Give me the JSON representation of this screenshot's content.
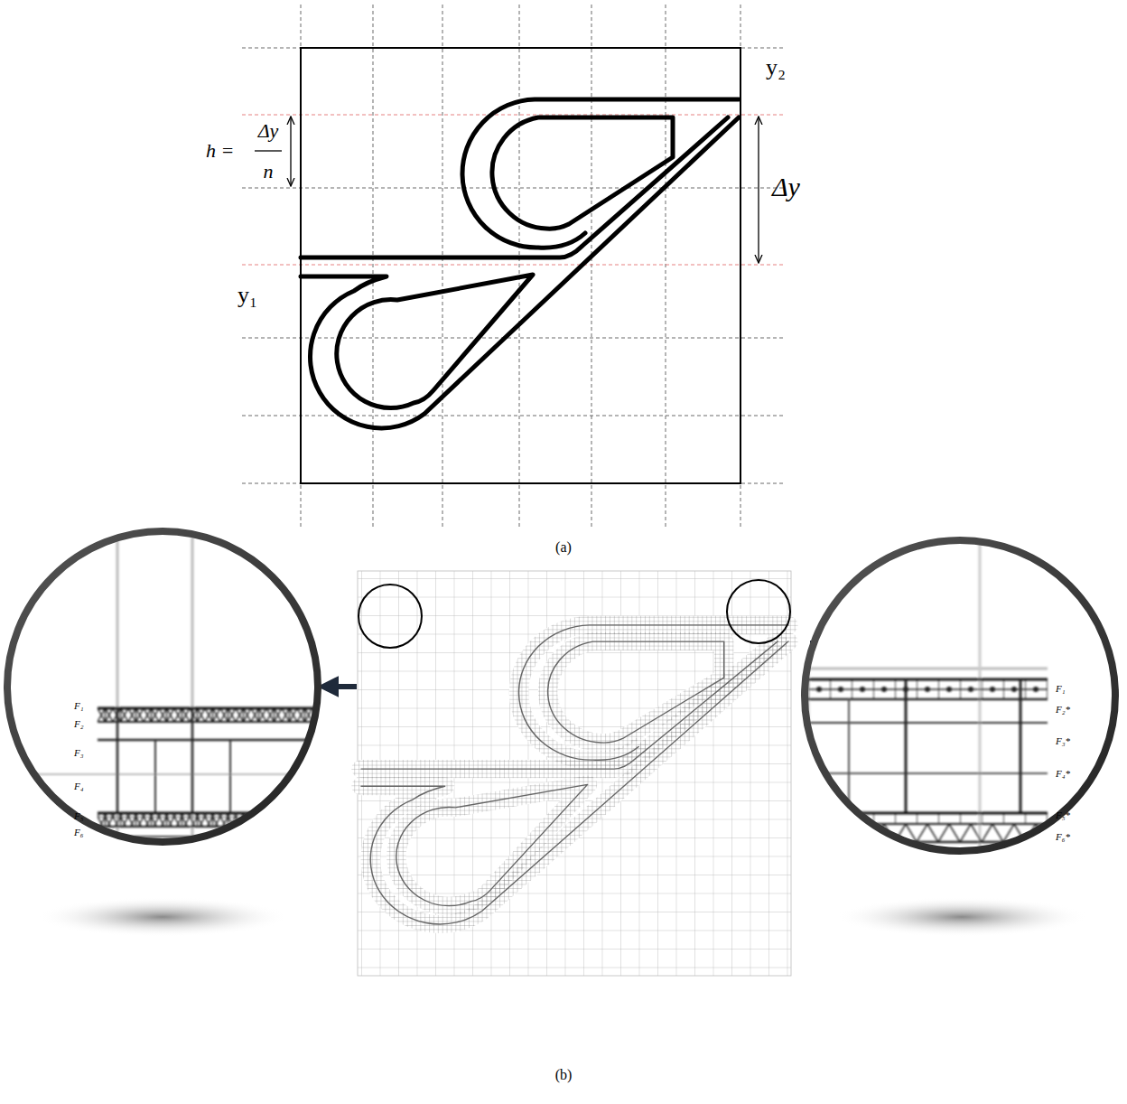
{
  "diagram": {
    "labels": [
      "y₂",
      "h =",
      "Δy",
      "n",
      "Δy",
      "y₁",
      "(a)",
      "F₁",
      "F₂",
      "F₃",
      "F₄",
      "F₅",
      "F₆",
      "F₁",
      "F₂*",
      "F₃*",
      "F₄*",
      "F₅*",
      "F₆*",
      "(b)"
    ]
  }
}
